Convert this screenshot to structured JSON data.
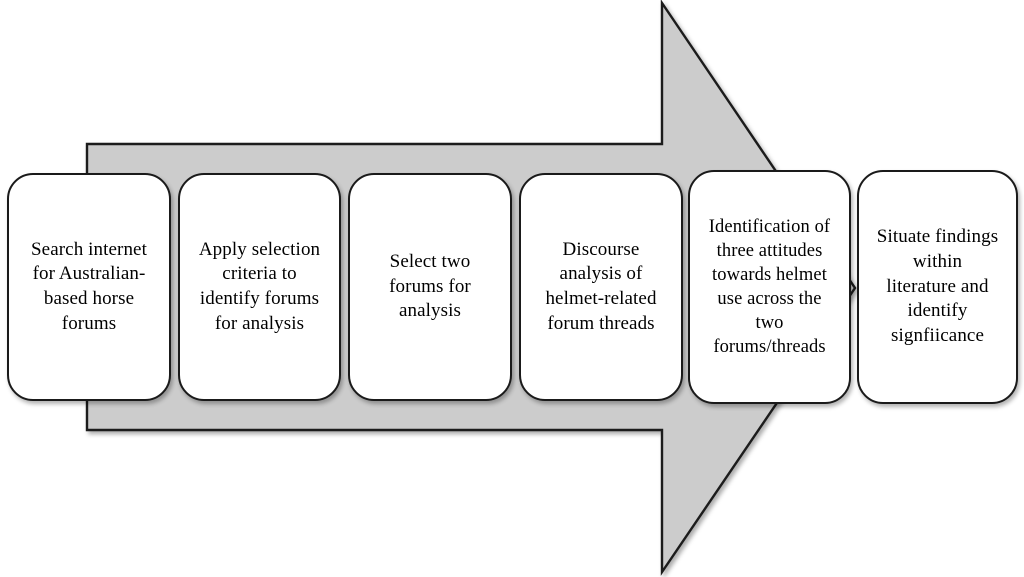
{
  "diagram": {
    "title": "Research process flow diagram",
    "type": "process-flow-arrow",
    "background_color": "#ffffff",
    "arrow": {
      "name": "right-pointing-block-arrow",
      "fill_color": "#cccccc",
      "stroke_color": "#1a1a1a",
      "direction": "right"
    },
    "box_style": {
      "fill_color": "#ffffff",
      "stroke_color": "#1a1a1a",
      "text_color": "#000000"
    },
    "steps": [
      {
        "index": 1,
        "name": "search-internet-step",
        "text": "Search internet\nfor Australian-\nbased horse\nforums"
      },
      {
        "index": 2,
        "name": "apply-selection-criteria-step",
        "text": "Apply selection\ncriteria to\nidentify forums\nfor analysis"
      },
      {
        "index": 3,
        "name": "select-two-forums-step",
        "text": "Select two\nforums for\nanalysis"
      },
      {
        "index": 4,
        "name": "discourse-analysis-step",
        "text": "Discourse\nanalysis of\nhelmet-related\nforum threads"
      },
      {
        "index": 5,
        "name": "identification-attitudes-step",
        "text": "Identification of\nthree attitudes\ntowards helmet\nuse across the\ntwo\nforums/threads"
      },
      {
        "index": 6,
        "name": "situate-findings-step",
        "text": "Situate findings\nwithin\nliterature and\nidentify\nsignfiicance"
      }
    ]
  }
}
